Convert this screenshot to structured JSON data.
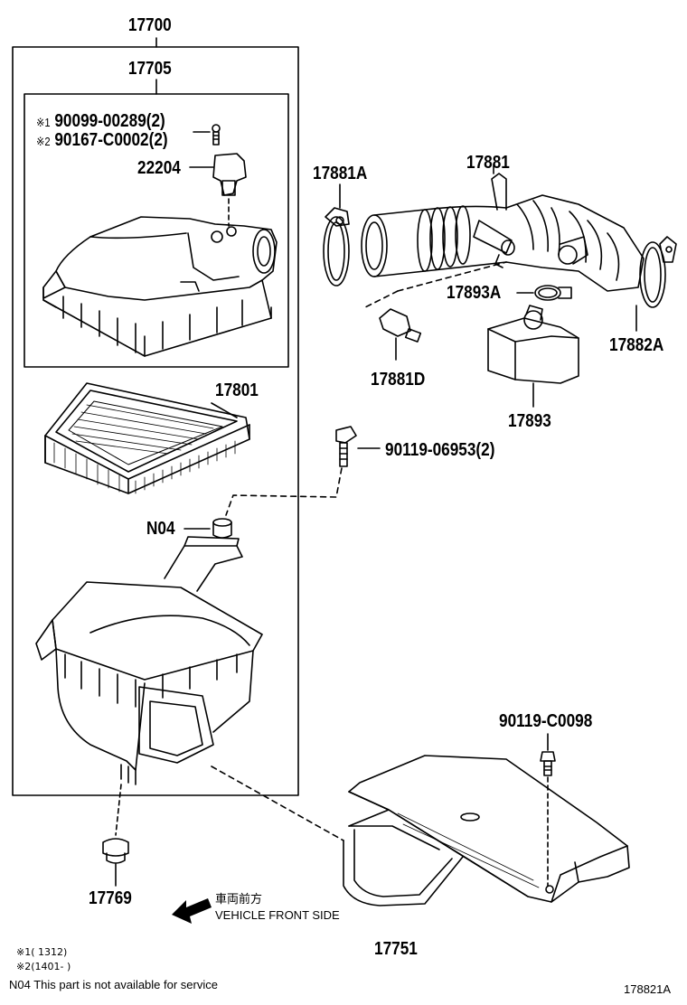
{
  "labels": {
    "p17700": "17700",
    "p17705": "17705",
    "bolt1": "90099-00289(2)",
    "bolt2": "90167-C0002(2)",
    "bolt1_mark": "※1",
    "bolt2_mark": "※2",
    "p22204": "22204",
    "p17801": "17801",
    "n04": "N04",
    "p17769": "17769",
    "p17881A": "17881A",
    "p17881": "17881",
    "p17893A": "17893A",
    "p17882A": "17882A",
    "p17881D": "17881D",
    "p17893": "17893",
    "bolt3": "90119-06953(2)",
    "bolt4": "90119-C0098",
    "p17751": "17751"
  },
  "front_side": {
    "jp": "車両前方",
    "en": "VEHICLE FRONT SIDE"
  },
  "notes": {
    "n1": "※1(        1312)",
    "n2": "※2(1401-        )",
    "n3": "N04  This part is not available for service"
  },
  "figure_id": "178821A"
}
